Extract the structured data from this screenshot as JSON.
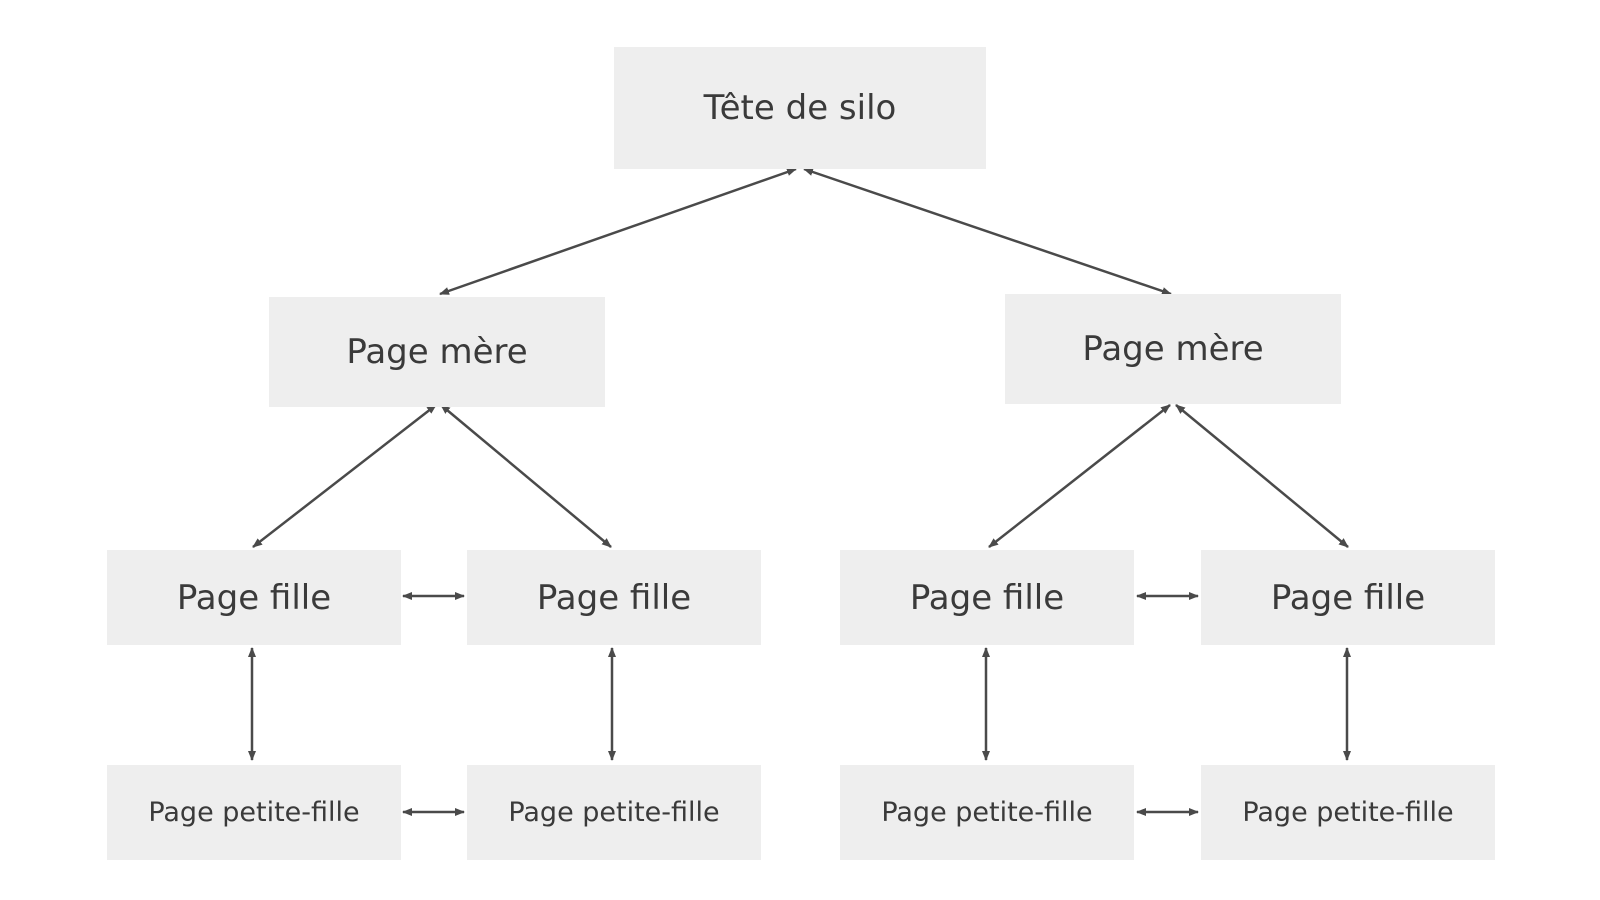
{
  "diagram": {
    "root": {
      "label": "Tête de silo"
    },
    "branches": [
      {
        "parent": {
          "label": "Page mère"
        },
        "children": [
          {
            "label": "Page fille",
            "grandchild": {
              "label": "Page petite-fille"
            }
          },
          {
            "label": "Page fille",
            "grandchild": {
              "label": "Page petite-fille"
            }
          }
        ]
      },
      {
        "parent": {
          "label": "Page mère"
        },
        "children": [
          {
            "label": "Page fille",
            "grandchild": {
              "label": "Page petite-fille"
            }
          },
          {
            "label": "Page fille",
            "grandchild": {
              "label": "Page petite-fille"
            }
          }
        ]
      }
    ],
    "links": {
      "style": "bidirectional-arrow",
      "color": "#4a4a4a"
    },
    "colors": {
      "node_fill": "#eeeeee",
      "text": "#3a3a3a",
      "background": "#ffffff"
    }
  }
}
